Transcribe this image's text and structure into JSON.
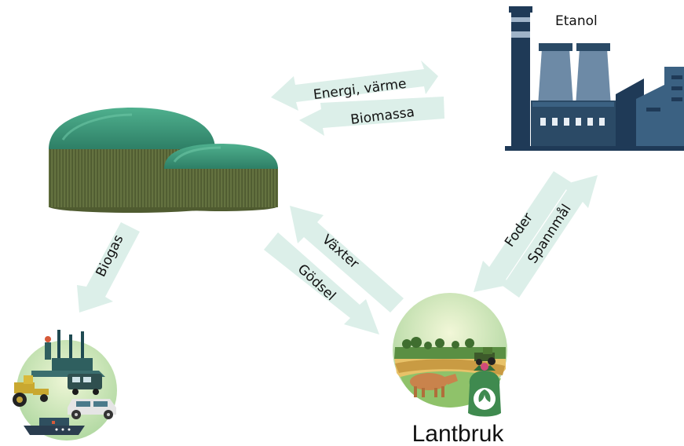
{
  "diagram": {
    "nodes": {
      "ethanol_plant": {
        "label": "Etanol",
        "icon": "factory-icon"
      },
      "biogas_plant": {
        "label": "",
        "icon": "biogas-digester-icon"
      },
      "agriculture": {
        "label": "Lantbruk",
        "icon": "farm-icon"
      },
      "biogas_use": {
        "label": "",
        "icon": "vehicles-industry-icon"
      }
    },
    "flows": {
      "energy_heat": "Energi, värme",
      "biomass": "Biomassa",
      "biogas": "Biogas",
      "crops": "Växter",
      "manure": "Gödsel",
      "feed": "Foder",
      "grain": "Spannmål"
    },
    "colors": {
      "arrow": "#dcefe9",
      "dome": "#3d9a7c",
      "tank": "#5e6b3c",
      "factory": "#2b4a66",
      "farm_bg": "#b8d9a8"
    }
  }
}
